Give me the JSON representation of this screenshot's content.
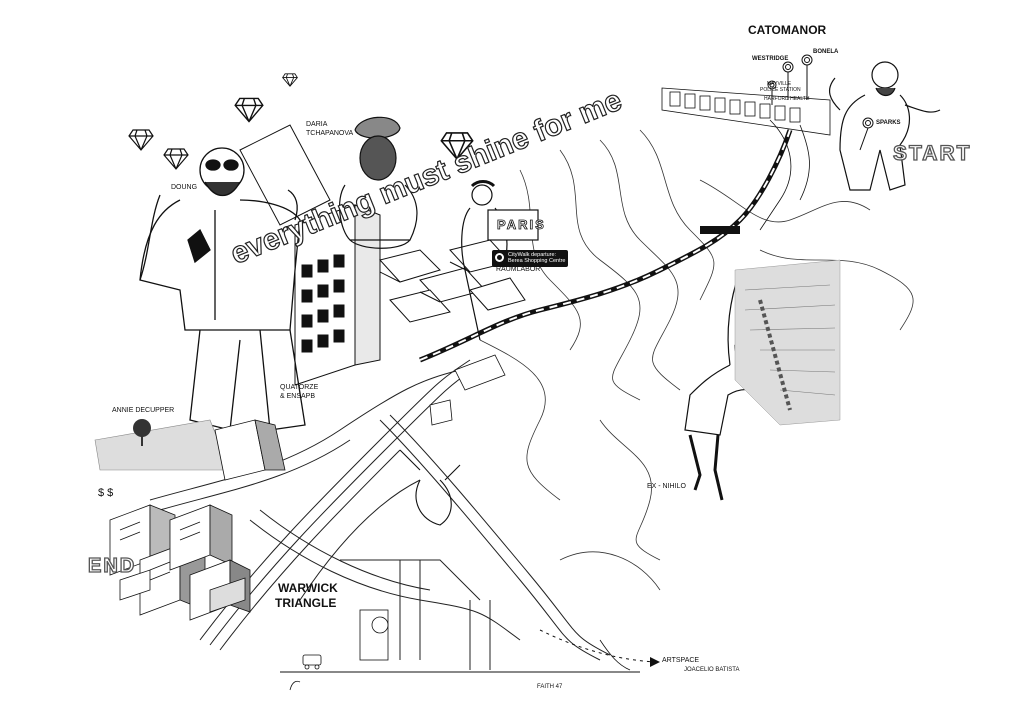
{
  "map": {
    "start_label": "START",
    "end_label": "END",
    "slogan": "everything must shine for me",
    "paris_sign": "PARIS",
    "dollar_signs": "$ $",
    "departure": {
      "line1": "CityWalk departure:",
      "line2": "Berea Shopping Centre"
    },
    "places": {
      "catomanor": "CATOMANOR",
      "westridge": "WESTRIDGE",
      "bonela": "BONELA",
      "mayville_police_line1": "MAYVILLE",
      "mayville_police_line2": "POLICE STATION",
      "harford": "HARFORD HEALTH",
      "warwick_line1": "WARWICK",
      "warwick_line2": "TRIANGLE"
    },
    "artists": {
      "doung": "DOUNG",
      "daria_line1": "DARIA",
      "daria_line2": "TCHAPANOVA",
      "raumlabor": "RAUMLABOR",
      "quatorze_line1": "QUATORZE",
      "quatorze_line2": "& ENSAPB",
      "annie": "ANNIE DECUPPER",
      "sparks": "SPARKS",
      "ex_nihilo": "EX - NIHILO",
      "artspace": "ARTSPACE",
      "joacelio": "JOACELIO BATISTA",
      "faith47": "FAITH 47"
    }
  }
}
